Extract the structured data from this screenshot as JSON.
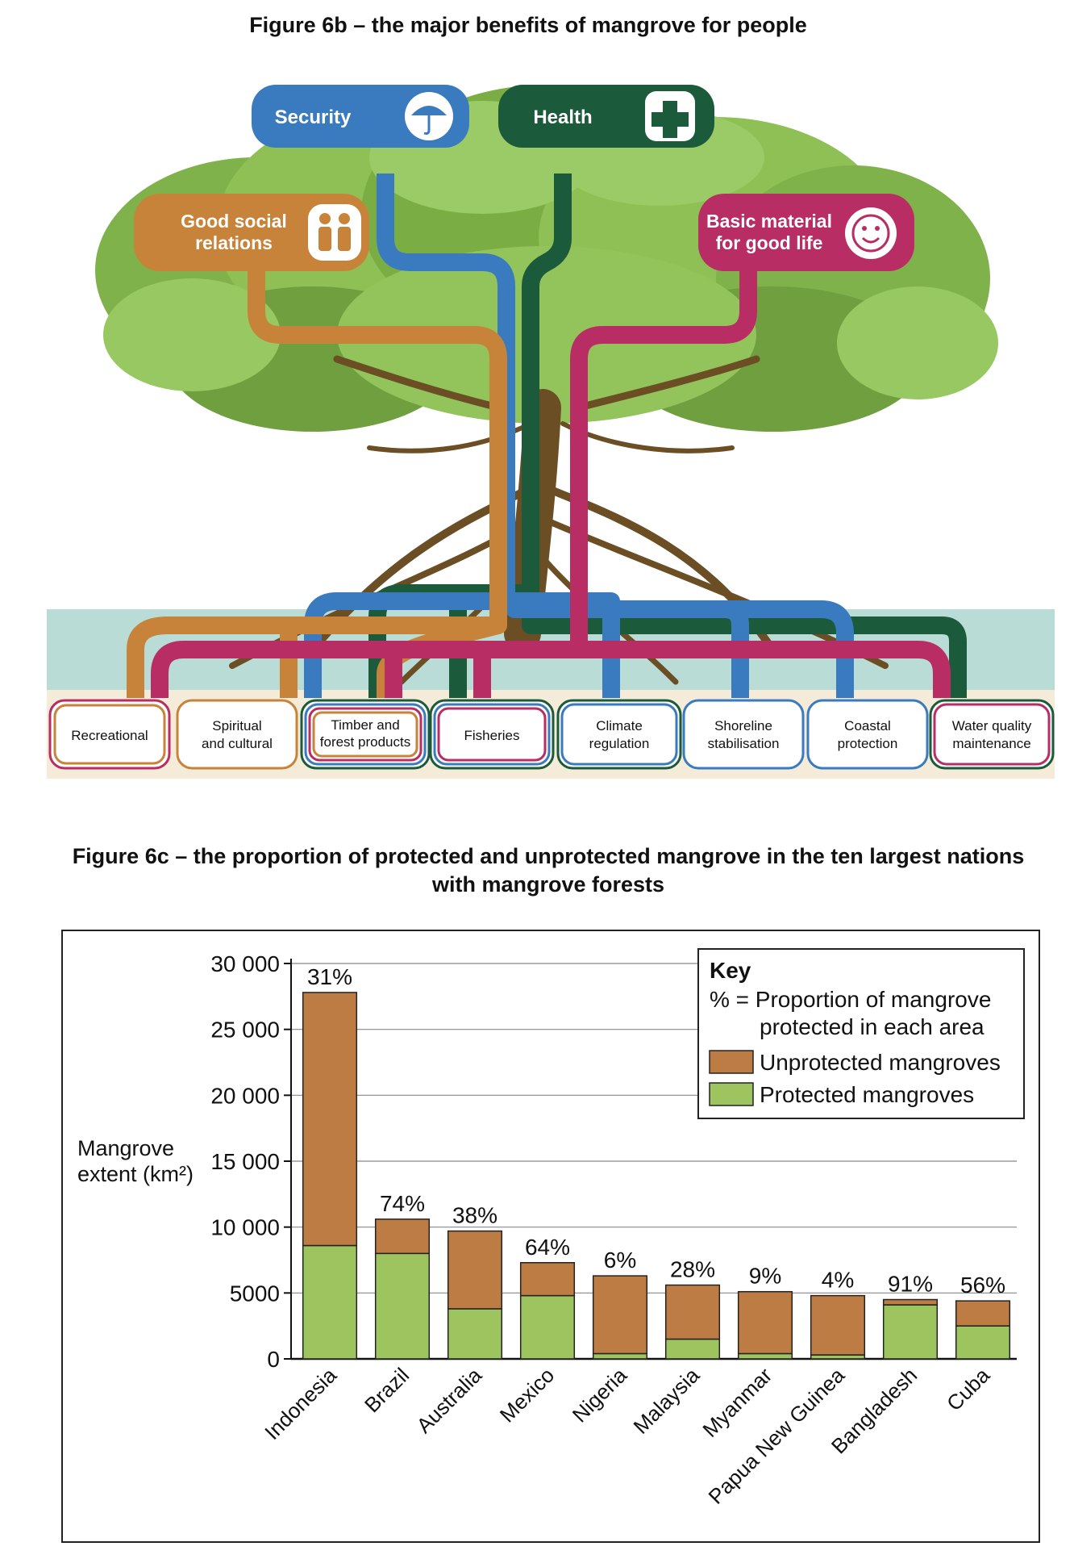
{
  "figure_6b": {
    "title": "Figure 6b – the major benefits of mangrove for people",
    "bubbles": [
      {
        "label_lines": [
          "Security"
        ],
        "icon": "umbrella-icon",
        "color": "#3a7bbf"
      },
      {
        "label_lines": [
          "Health"
        ],
        "icon": "cross-icon",
        "color": "#1b5a3a"
      },
      {
        "label_lines": [
          "Good social",
          "relations"
        ],
        "icon": "people-icon",
        "color": "#c8833a"
      },
      {
        "label_lines": [
          "Basic material",
          "for good life"
        ],
        "icon": "smiley-icon",
        "color": "#b82d63"
      }
    ],
    "services": [
      {
        "lines": [
          "Recreational"
        ]
      },
      {
        "lines": [
          "Spiritual",
          "and cultural"
        ]
      },
      {
        "lines": [
          "Timber and",
          "forest products"
        ]
      },
      {
        "lines": [
          "Fisheries"
        ]
      },
      {
        "lines": [
          "Climate",
          "regulation"
        ]
      },
      {
        "lines": [
          "Shoreline",
          "stabilisation"
        ]
      },
      {
        "lines": [
          "Coastal",
          "protection"
        ]
      },
      {
        "lines": [
          "Water quality",
          "maintenance"
        ]
      }
    ],
    "colors": {
      "security": "#3a7bbf",
      "health": "#1b5a3a",
      "social": "#c8833a",
      "material": "#b82d63",
      "foliage": "#8ab84e",
      "trunk": "#6b4e24",
      "water": "#b9dcd6",
      "sand": "#f4ecd8"
    }
  },
  "figure_6c": {
    "title_lines": [
      "Figure 6c – the proportion of protected and unprotected mangrove in the ten largest nations",
      "with mangrove forests"
    ],
    "key": {
      "title": "Key",
      "pct_line1": "% = Proportion of mangrove",
      "pct_line2": "protected in each area",
      "unprotected": "Unprotected mangroves",
      "protected": "Protected mangroves"
    },
    "ylabel_line1": "Mangrove",
    "ylabel_line2": "extent (km²)",
    "yticks": [
      "0",
      "5000",
      "10 000",
      "15 000",
      "20 000",
      "25 000",
      "30 000"
    ]
  },
  "chart_data": {
    "type": "bar",
    "stacked": true,
    "title": "Figure 6c – the proportion of protected and unprotected mangrove in the ten largest nations with mangrove forests",
    "ylabel": "Mangrove extent (km²)",
    "ylim": [
      0,
      30000
    ],
    "grid": true,
    "legend": "top-right",
    "categories": [
      "Indonesia",
      "Brazil",
      "Australia",
      "Mexico",
      "Nigeria",
      "Malaysia",
      "Myanmar",
      "Papua New Guinea",
      "Bangladesh",
      "Cuba"
    ],
    "series": [
      {
        "name": "Protected mangroves",
        "color": "#9dc45f",
        "values": [
          8600,
          8000,
          3800,
          4800,
          400,
          1500,
          400,
          300,
          4100,
          2500
        ]
      },
      {
        "name": "Unprotected mangroves",
        "color": "#bd7c43",
        "values": [
          19200,
          2600,
          5900,
          2500,
          5900,
          4100,
          4700,
          4500,
          400,
          1900
        ]
      }
    ],
    "percent_protected": [
      "31%",
      "74%",
      "38%",
      "64%",
      "6%",
      "28%",
      "9%",
      "4%",
      "91%",
      "56%"
    ]
  }
}
